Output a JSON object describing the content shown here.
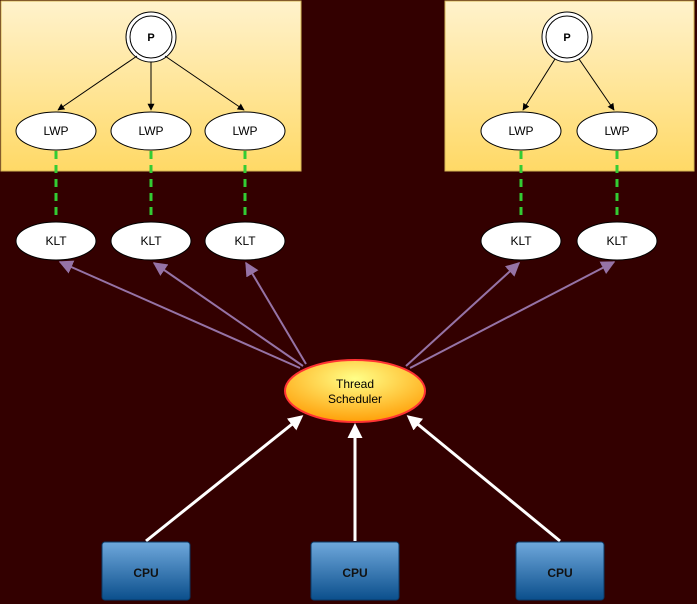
{
  "process_groups": [
    {
      "process_label": "P",
      "lwps": [
        {
          "label": "LWP",
          "klt_label": "KLT"
        },
        {
          "label": "LWP",
          "klt_label": "KLT"
        },
        {
          "label": "LWP",
          "klt_label": "KLT"
        }
      ]
    },
    {
      "process_label": "P",
      "lwps": [
        {
          "label": "LWP",
          "klt_label": "KLT"
        },
        {
          "label": "LWP",
          "klt_label": "KLT"
        }
      ]
    }
  ],
  "scheduler": {
    "line1": "Thread",
    "line2": "Scheduler"
  },
  "cpus": [
    {
      "label": "CPU"
    },
    {
      "label": "CPU"
    },
    {
      "label": "CPU"
    }
  ],
  "colors": {
    "background": "#330000",
    "process_box_top": "#fff2cc",
    "process_box_bottom": "#ffd966",
    "process_box_border": "#d6b656",
    "node_fill": "#ffffff",
    "dashed_link": "#33cc33",
    "scheduler_arrow": "#9673a6",
    "cpu_arrow": "#ffffff",
    "scheduler_fill_top": "#ffff88",
    "scheduler_fill_bottom": "#ff9900",
    "scheduler_border": "#ff3333",
    "cpu_fill_top": "#6fa8dc",
    "cpu_fill_bottom": "#0b4f8c",
    "cpu_border": "#0a3a66"
  }
}
